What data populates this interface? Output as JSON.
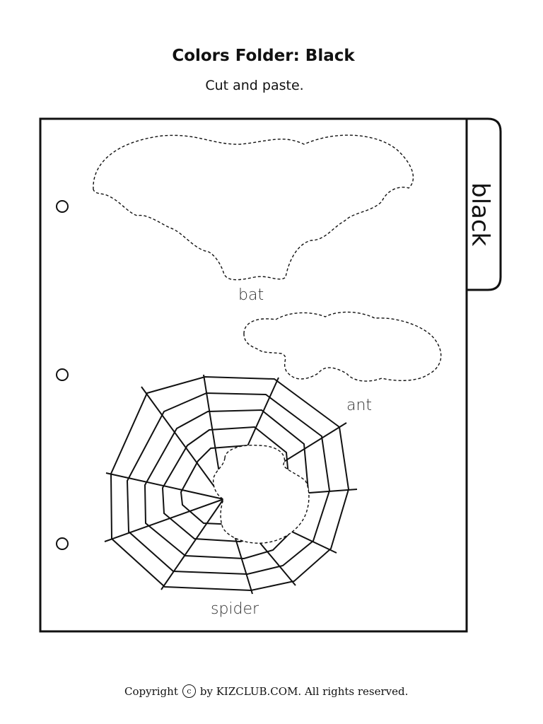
{
  "header": {
    "title": "Colors Folder: Black",
    "subtitle": "Cut and paste."
  },
  "folder": {
    "tab_label": "black",
    "items": [
      {
        "label": "bat"
      },
      {
        "label": "ant"
      },
      {
        "label": "spider"
      }
    ]
  },
  "footer": {
    "copyright_prefix": "Copyright",
    "copyright_symbol": "c",
    "copyright_suffix": "by KIZCLUB.COM. All rights reserved."
  }
}
